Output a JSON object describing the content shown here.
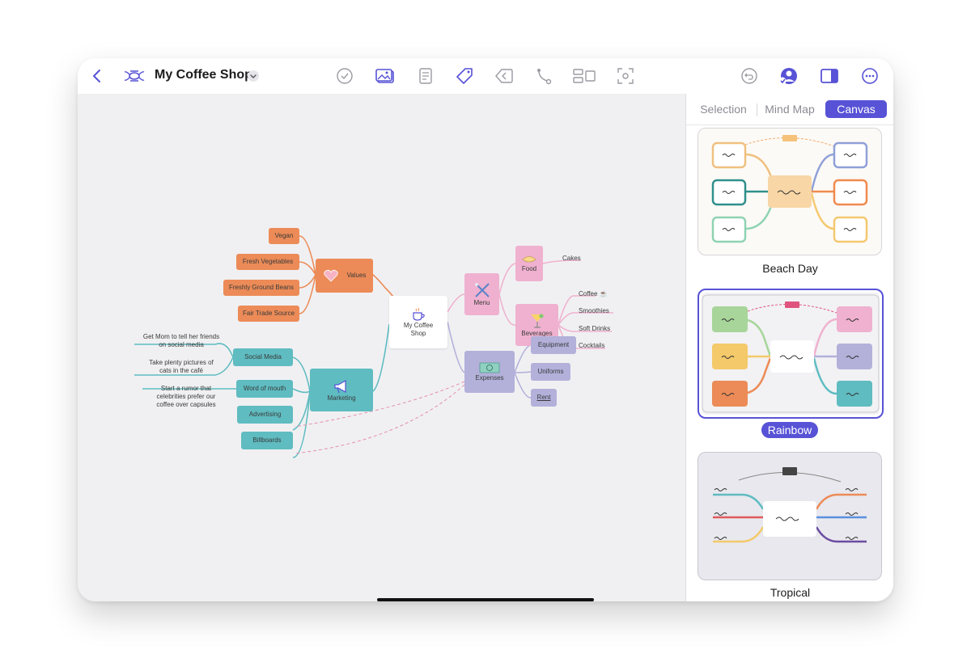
{
  "toolbar": {
    "title": "My Coffee Shop",
    "icons": [
      "back-chevron-icon",
      "mindmap-logo-icon",
      "title-dropdown-icon",
      "task-check-icon",
      "image-icon",
      "note-icon",
      "tag-icon",
      "boundary-icon",
      "relation-icon",
      "layout-icon",
      "focus-icon",
      "undo-icon",
      "collaborate-icon",
      "sidebar-icon",
      "more-icon"
    ]
  },
  "panel": {
    "tabs": [
      {
        "label": "Selection",
        "active": false
      },
      {
        "label": "Mind Map",
        "active": false
      },
      {
        "label": "Canvas",
        "active": true
      }
    ],
    "themes": [
      {
        "name": "Beach Day",
        "selected": false
      },
      {
        "name": "Rainbow",
        "selected": true
      },
      {
        "name": "Tropical",
        "selected": false
      }
    ],
    "accent": "#5752d6"
  },
  "mindmap": {
    "central": "My Coffee Shop",
    "values": {
      "label": "Values",
      "children": [
        "Vegan",
        "Fresh Vegetables",
        "Freshly Ground Beans",
        "Fair Trade Source"
      ]
    },
    "menu": {
      "label": "Menu"
    },
    "food": {
      "label": "Food",
      "children": [
        "Cakes"
      ]
    },
    "beverages": {
      "label": "Beverages",
      "children": [
        "Coffee ☕",
        "Smoothies",
        "Soft Drinks",
        "Cocktails"
      ]
    },
    "expenses": {
      "label": "Expenses",
      "children": [
        "Equipment",
        "Uniforms",
        "Rent"
      ]
    },
    "marketing": {
      "label": "Marketing",
      "children": [
        "Social Media",
        "Word of mouth",
        "Advertising",
        "Billboards"
      ]
    },
    "social_tasks": [
      "Get Mom to tell her friends on social media",
      "Take plenty pictures of cats in the café"
    ],
    "word_task": "Start a rumor that celebrities prefer our coffee over capsules",
    "colors": {
      "values": "#ec8b57",
      "menu": "#efb1cf",
      "expenses": "#b3b0da",
      "marketing": "#5fbcc1",
      "canvas": "#f0f0f2"
    }
  }
}
